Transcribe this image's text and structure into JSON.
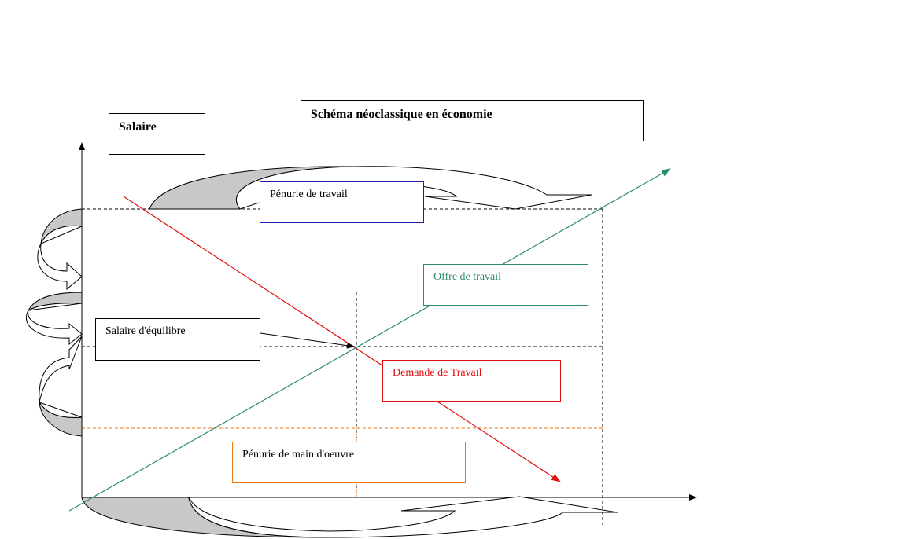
{
  "title": "Schéma néoclassique en économie",
  "y_axis_label": "Salaire",
  "labels": {
    "penurie_travail": "Pénurie de travail",
    "offre_travail": "Offre de travail",
    "salaire_equilibre": "Salaire d'équilibre",
    "demande_travail": "Demande de Travail",
    "penurie_main_oeuvre": "Pénurie de main d'oeuvre"
  },
  "colors": {
    "supply_line": "#2e8b6b",
    "demand_line": "#e01010",
    "penurie_travail_border": "#1f1fb4",
    "penurie_main_oeuvre_line": "#e87a10",
    "arrow_fill": "#c8c8c8"
  }
}
